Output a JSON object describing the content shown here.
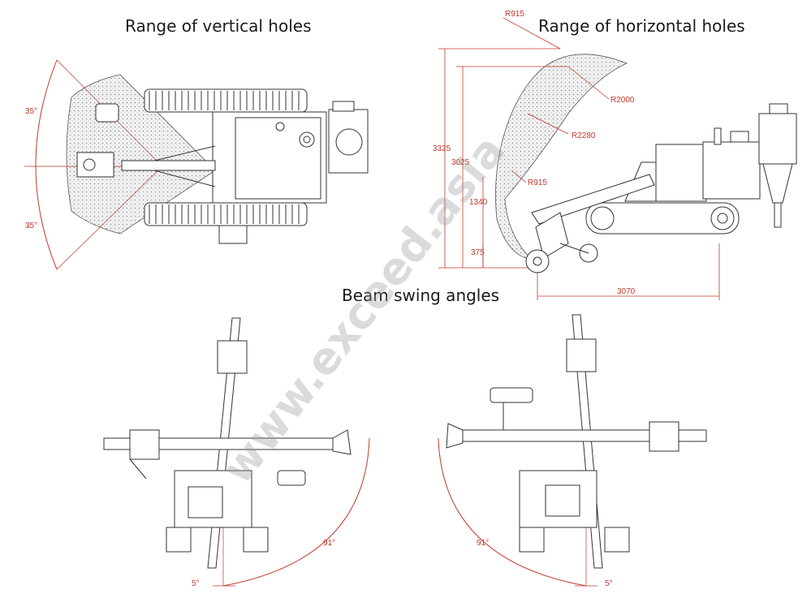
{
  "titles": {
    "vertical": "Range of vertical holes",
    "horizontal": "Range of horizontal holes",
    "beam": "Beam swing angles"
  },
  "labels": {
    "angle_top": "35°",
    "angle_bottom": "35°",
    "r915_top": "R915",
    "r2000": "R2000",
    "r2280": "R2280",
    "r915_mid": "R915",
    "d3325": "3325",
    "d3025": "3025",
    "d1340": "1340",
    "d375": "375",
    "d3070": "3070",
    "left_91": "91°",
    "left_5": "5°",
    "right_91": "91°",
    "right_5": "5°"
  },
  "watermark": "www.exceed.asia",
  "colors": {
    "line": "#3a3a3a",
    "dimension": "#c0392b",
    "fill_light": "#e6e6e6"
  }
}
